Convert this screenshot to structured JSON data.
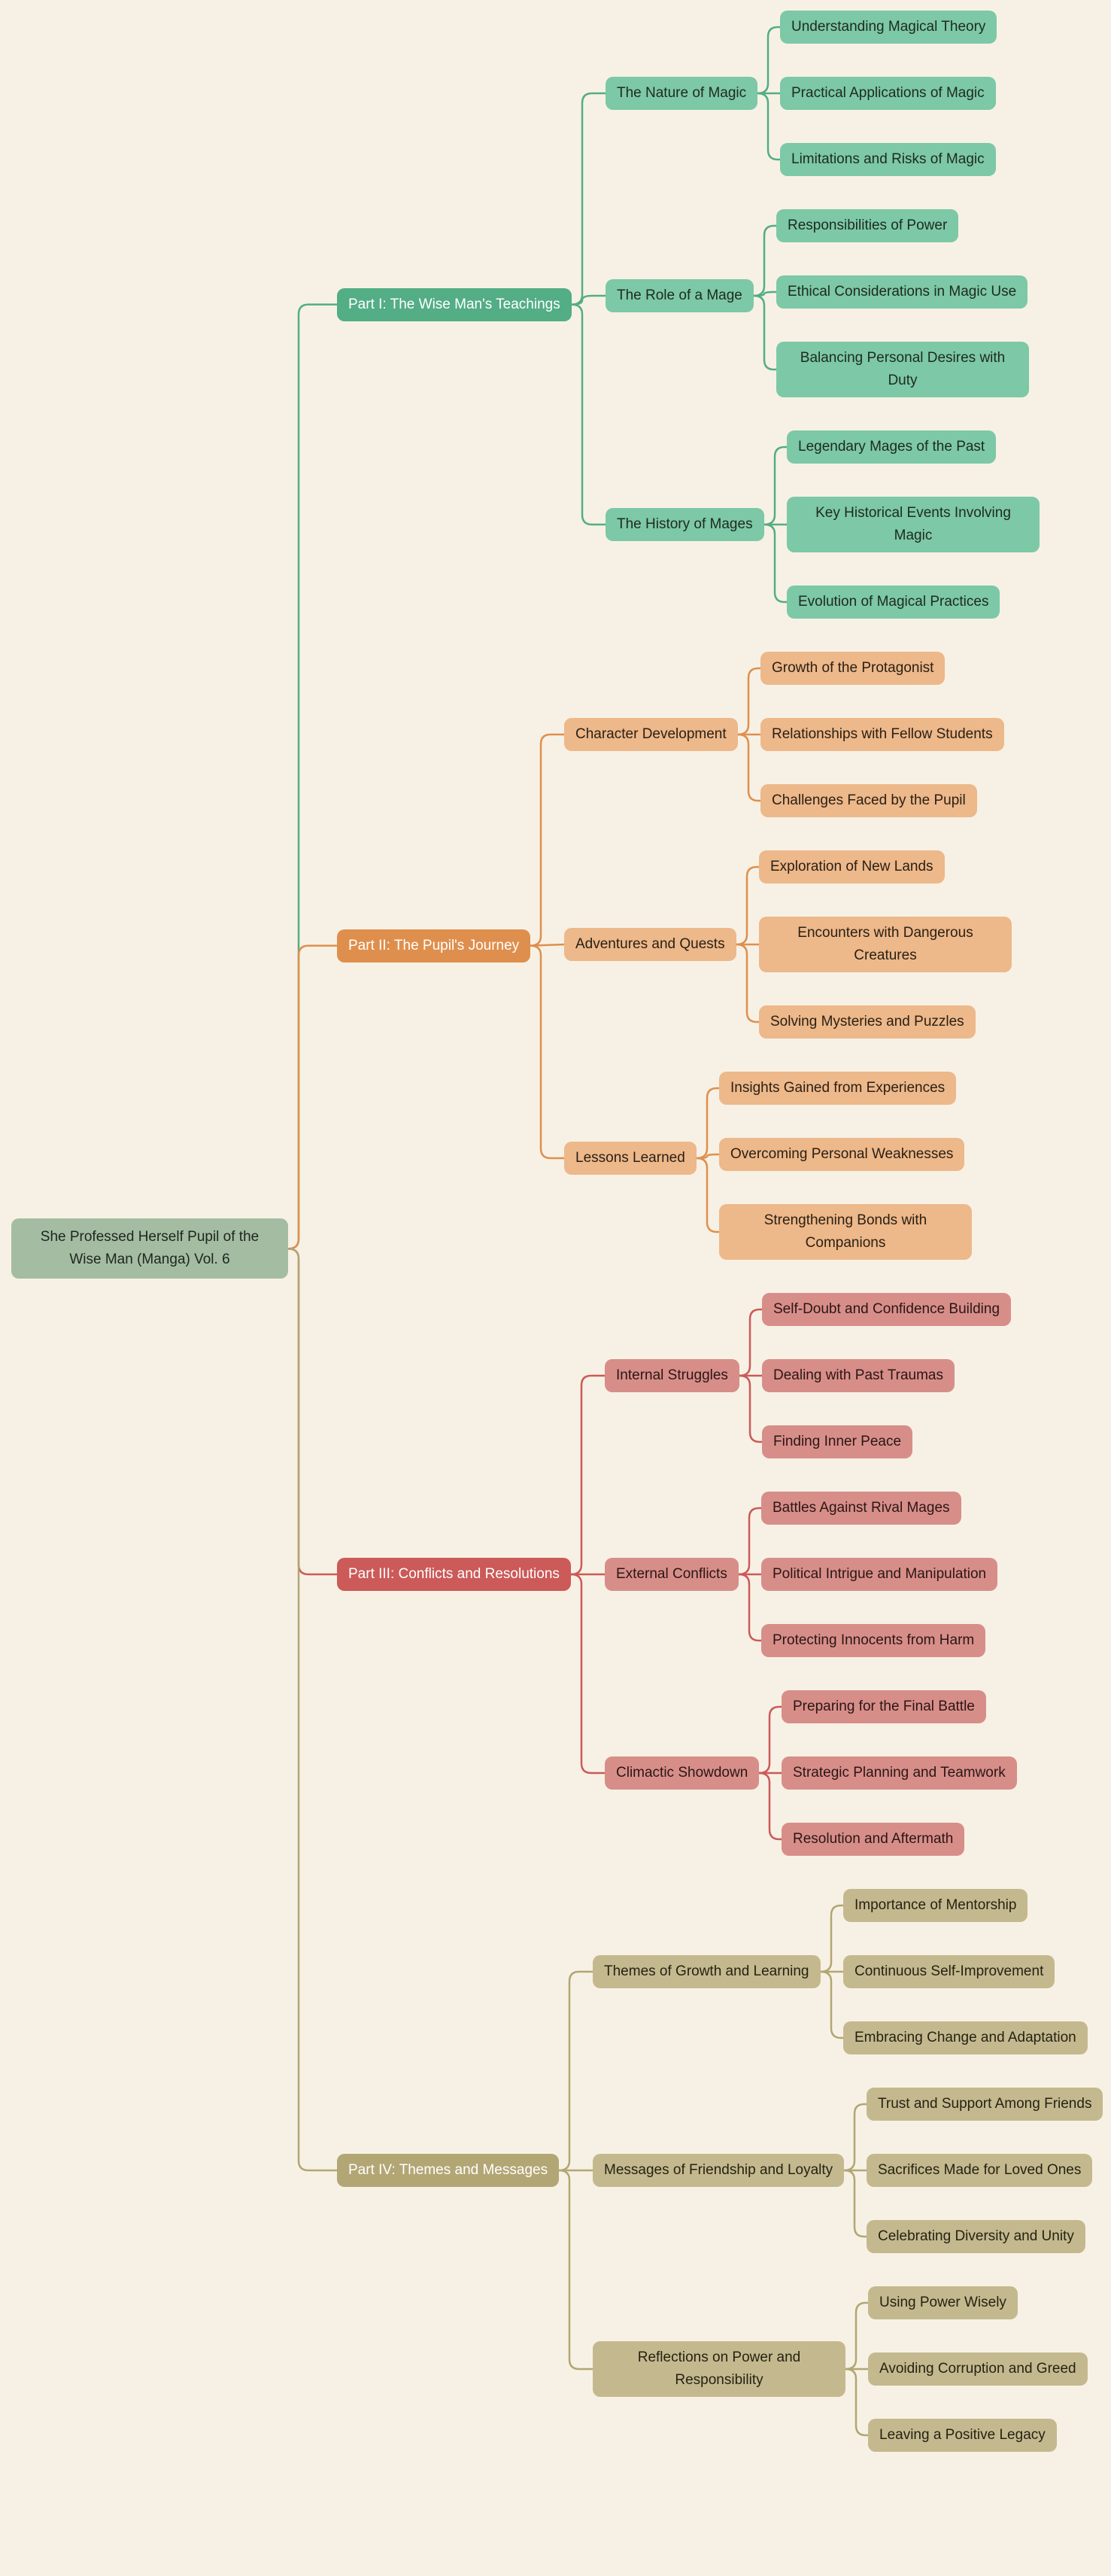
{
  "canvas": {
    "background": "#f7f1e5"
  },
  "root": {
    "label": "She Professed Herself Pupil of the Wise Man (Manga) Vol. 6",
    "fill": "#a4bda2",
    "text_color": "#20261f"
  },
  "branches": [
    {
      "label": "Part I: The Wise Man's Teachings",
      "part_fill": "#53ad85",
      "part_text_color": "#ffffff",
      "child_fill": "#7dc8a6",
      "child_text_color": "#1d2a22",
      "link_color": "#53ad85",
      "topics": [
        {
          "label": "The Nature of Magic",
          "children": [
            "Understanding Magical Theory",
            "Practical Applications of Magic",
            "Limitations and Risks of Magic"
          ]
        },
        {
          "label": "The Role of a Mage",
          "children": [
            "Responsibilities of Power",
            "Ethical Considerations in Magic Use",
            "Balancing Personal Desires with Duty"
          ]
        },
        {
          "label": "The History of Mages",
          "children": [
            "Legendary Mages of the Past",
            "Key Historical Events Involving Magic",
            "Evolution of Magical Practices"
          ]
        }
      ]
    },
    {
      "label": "Part II: The Pupil's Journey",
      "part_fill": "#df8f4d",
      "part_text_color": "#ffffff",
      "child_fill": "#edb88a",
      "child_text_color": "#2b2014",
      "link_color": "#df8f4d",
      "topics": [
        {
          "label": "Character Development",
          "children": [
            "Growth of the Protagonist",
            "Relationships with Fellow Students",
            "Challenges Faced by the Pupil"
          ]
        },
        {
          "label": "Adventures and Quests",
          "children": [
            "Exploration of New Lands",
            "Encounters with Dangerous Creatures",
            "Solving Mysteries and Puzzles"
          ]
        },
        {
          "label": "Lessons Learned",
          "children": [
            "Insights Gained from Experiences",
            "Overcoming Personal Weaknesses",
            "Strengthening Bonds with Companions"
          ]
        }
      ]
    },
    {
      "label": "Part III: Conflicts and Resolutions",
      "part_fill": "#cb5a58",
      "part_text_color": "#ffffff",
      "child_fill": "#d78e89",
      "child_text_color": "#2b1614",
      "link_color": "#cb5a58",
      "topics": [
        {
          "label": "Internal Struggles",
          "children": [
            "Self-Doubt and Confidence Building",
            "Dealing with Past Traumas",
            "Finding Inner Peace"
          ]
        },
        {
          "label": "External Conflicts",
          "children": [
            "Battles Against Rival Mages",
            "Political Intrigue and Manipulation",
            "Protecting Innocents from Harm"
          ]
        },
        {
          "label": "Climactic Showdown",
          "children": [
            "Preparing for the Final Battle",
            "Strategic Planning and Teamwork",
            "Resolution and Aftermath"
          ]
        }
      ]
    },
    {
      "label": "Part IV: Themes and Messages",
      "part_fill": "#b2a674",
      "part_text_color": "#ffffff",
      "child_fill": "#c4b98e",
      "child_text_color": "#262214",
      "link_color": "#b2a674",
      "topics": [
        {
          "label": "Themes of Growth and Learning",
          "children": [
            "Importance of Mentorship",
            "Continuous Self-Improvement",
            "Embracing Change and Adaptation"
          ]
        },
        {
          "label": "Messages of Friendship and Loyalty",
          "children": [
            "Trust and Support Among Friends",
            "Sacrifices Made for Loved Ones",
            "Celebrating Diversity and Unity"
          ]
        },
        {
          "label": "Reflections on Power and Responsibility",
          "children": [
            "Using Power Wisely",
            "Avoiding Corruption and Greed",
            "Leaving a Positive Legacy"
          ]
        }
      ]
    }
  ]
}
